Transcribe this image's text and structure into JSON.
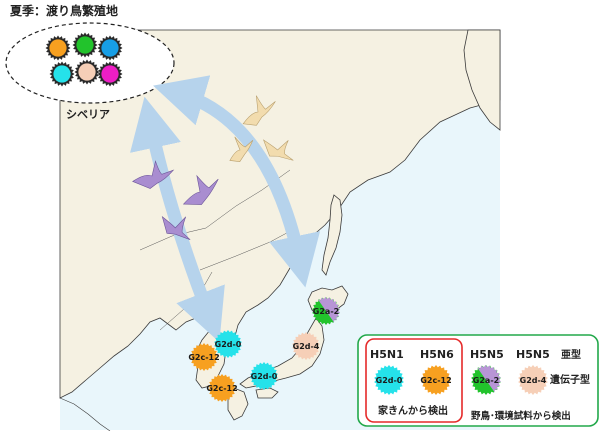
{
  "title": "夏季：渡り鳥繁殖地",
  "siberia_label": "シベリア",
  "colors": {
    "land": "#f5f1e2",
    "sea": "#e9f6fb",
    "coast": "#3a3a3a",
    "arrow": "#b6d3ec",
    "teal": "#25e2ea",
    "orange": "#f7a020",
    "green": "#22c32c",
    "lavender": "#b895d6",
    "peach": "#f6cfb7",
    "magenta": "#ee1ec5",
    "blue": "#179ee6",
    "bird_tan": "#f2dcae",
    "bird_purple": "#a98dd0",
    "legend_border": "#22a84a",
    "poultry_border": "#e52a2a"
  },
  "breeding_dots": [
    {
      "name": "orange",
      "color": "#f7a020"
    },
    {
      "name": "green",
      "color": "#22c32c"
    },
    {
      "name": "blue",
      "color": "#179ee6"
    },
    {
      "name": "teal",
      "color": "#25e2ea"
    },
    {
      "name": "peach",
      "color": "#f6cfb7"
    },
    {
      "name": "magenta",
      "color": "#ee1ec5"
    }
  ],
  "map_badges": [
    {
      "id": "g2d0-korea",
      "label": "G2d-0",
      "color": "#25e2ea"
    },
    {
      "id": "g2c12-korea",
      "label": "G2c-12",
      "color": "#f7a020"
    },
    {
      "id": "g2c12-kyushu",
      "label": "G2c-12",
      "color": "#f7a020"
    },
    {
      "id": "g2d0-kyushu",
      "label": "G2d-0",
      "color": "#25e2ea"
    },
    {
      "id": "g2d4-honshu",
      "label": "G2d-4",
      "color": "#f6cfb7"
    },
    {
      "id": "g2a2-hokkaido",
      "label": "G2a-2",
      "color": "#22c32c",
      "split": "#b895d6"
    }
  ],
  "legend": {
    "h5n1": "H5N1",
    "h5n6": "H5N6",
    "h5n5_a": "H5N5",
    "h5n5_b": "H5N5",
    "subtype_label": "亜型",
    "genotype_label": "遺伝子型",
    "poultry_caption": "家きんから検出",
    "wild_caption": "野鳥･環境試料から検出",
    "badges": [
      {
        "label": "G2d-0",
        "color": "#25e2ea"
      },
      {
        "label": "G2c-12",
        "color": "#f7a020"
      },
      {
        "label": "G2a-2",
        "color": "#22c32c",
        "split": "#b895d6"
      },
      {
        "label": "G2d-4",
        "color": "#f6cfb7"
      }
    ]
  }
}
